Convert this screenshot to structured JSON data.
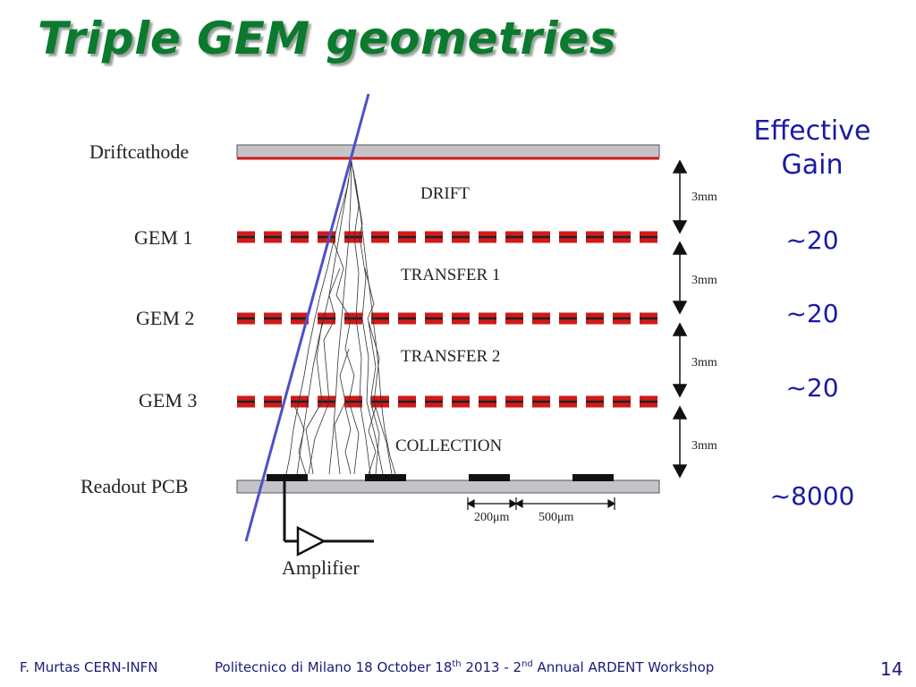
{
  "slide": {
    "title": "Triple GEM geometries",
    "page_number": "14"
  },
  "diagram": {
    "layer_labels": [
      "Driftcathode",
      "GEM 1",
      "GEM 2",
      "GEM 3",
      "Readout PCB"
    ],
    "region_labels": [
      "DRIFT",
      "TRANSFER 1",
      "TRANSFER 2",
      "COLLECTION"
    ],
    "gap_labels": [
      "3mm",
      "3mm",
      "3mm",
      "3mm"
    ],
    "pad_labels": [
      "200μm",
      "500μm"
    ],
    "amplifier_label": "Amplifier"
  },
  "gain": {
    "header_line1": "Effective",
    "header_line2": "Gain",
    "values": [
      "~20",
      "~20",
      "~20",
      "~8000"
    ]
  },
  "footer": {
    "author": "F. Murtas CERN-INFN",
    "event_prefix": "Politecnico di Milano 18 October 18",
    "event_sup1": "th",
    "event_mid": " 2013 - 2",
    "event_sup2": "nd",
    "event_suffix": " Annual ARDENT Workshop"
  },
  "colors": {
    "title": "#0b7a2e",
    "gain_text": "#1a1aa6",
    "gem_red": "#d11a1a",
    "track_line": "#5050c8",
    "plate_gray": "#c4c4c8"
  }
}
